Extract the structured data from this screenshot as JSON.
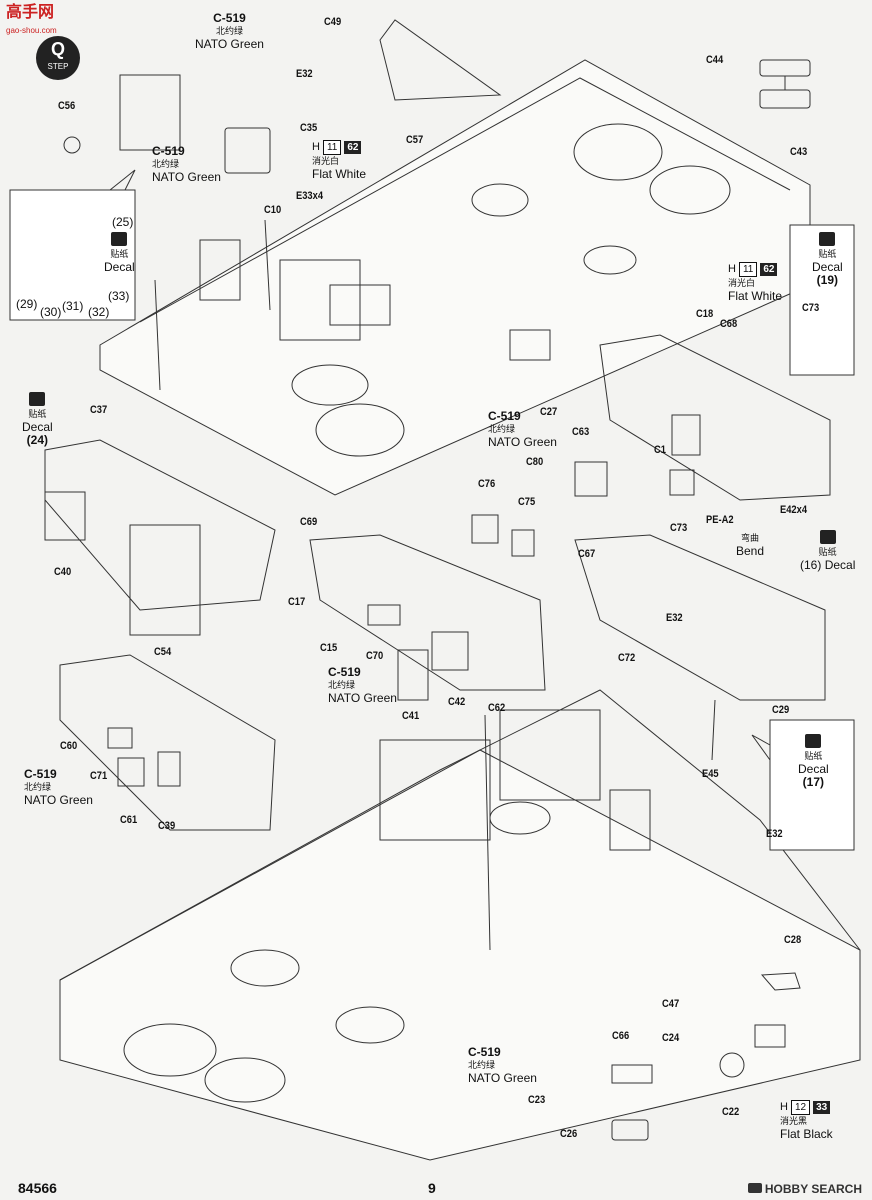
{
  "brand": {
    "site_cn": "高手网",
    "site_url": "gao-shou.com",
    "step_letter": "Q",
    "step_word": "STEP"
  },
  "labels": {
    "c519": "C-519",
    "nato_cn": "北约绿",
    "nato_en": "NATO Green",
    "flat_white_cn": "消光白",
    "flat_white_en": "Flat White",
    "flat_black_cn": "消光黑",
    "flat_black_en": "Flat Black",
    "decal_cn": "贴纸",
    "decal_en": "Decal",
    "bend_cn": "弯曲",
    "bend_en": "Bend",
    "h": "H",
    "h11": "11",
    "h62": "62",
    "h12": "12",
    "h33": "33"
  },
  "decals": {
    "d24": "(24)",
    "d19": "(19)",
    "d16": "(16)",
    "d17": "(17)",
    "d25": "(25)",
    "d33": "(33)",
    "d29": "(29)",
    "d30": "(30)",
    "d31": "(31)",
    "d32": "(32)"
  },
  "parts": {
    "C519": "C-519",
    "C49": "C49",
    "C44": "C44",
    "C43": "C43",
    "E32": "E32",
    "C35": "C35",
    "C57": "C57",
    "C56": "C56",
    "C10": "C10",
    "E33": "E33x4",
    "C18": "C18",
    "C68": "C68",
    "C73": "C73",
    "C27": "C27",
    "C63": "C63",
    "C1": "C1",
    "C80": "C80",
    "C76": "C76",
    "C75": "C75",
    "C67": "C67",
    "PEA2": "PE-A2",
    "E42": "E42x4",
    "C37": "C37",
    "C40": "C40",
    "C54": "C54",
    "C69": "C69",
    "C17": "C17",
    "C15": "C15",
    "C70": "C70",
    "C41": "C41",
    "C42": "C42",
    "C72": "C72",
    "C29": "C29",
    "E45": "E45",
    "C60": "C60",
    "C71": "C71",
    "C61": "C61",
    "C39": "C39",
    "C62": "C62",
    "C47": "C47",
    "C66": "C66",
    "C24": "C24",
    "C23": "C23",
    "C26": "C26",
    "C28": "C28",
    "C22": "C22"
  },
  "footer": {
    "product": "84566",
    "page": "9",
    "watermark": "HOBBY SEARCH"
  }
}
